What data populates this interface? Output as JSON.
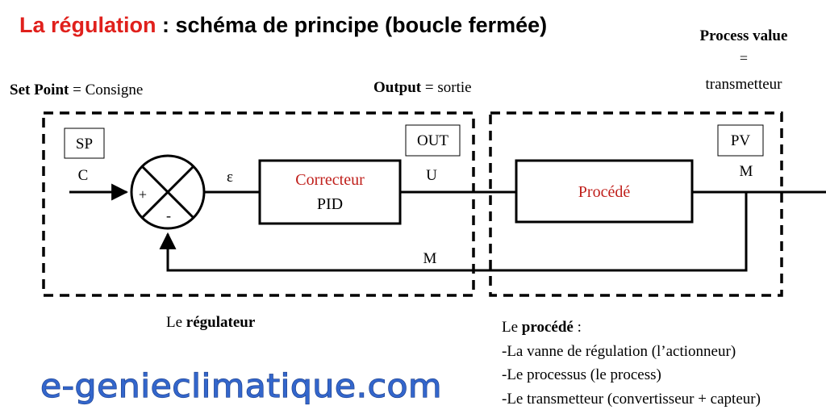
{
  "header": {
    "title_red": "La régulation",
    "title_rest": " : schéma de principe (boucle fermée)"
  },
  "labels": {
    "set_point_bold": "Set Point",
    "set_point_rest": " = Consigne",
    "output_bold": "Output",
    "output_rest": " = sortie",
    "process_value_bold": "Process value",
    "process_value_eq": "=",
    "process_value_rest": "transmetteur"
  },
  "diagram": {
    "sp_box": "SP",
    "out_box": "OUT",
    "pv_box": "PV",
    "signal_c": "C",
    "signal_epsilon": "ε",
    "signal_u": "U",
    "signal_m_top": "M",
    "signal_m_feedback": "M",
    "sum_plus": "+",
    "sum_minus": "-",
    "corrector_line1": "Correcteur",
    "corrector_line2": "PID",
    "process_block": "Procédé"
  },
  "captions": {
    "regulator_pre": "Le ",
    "regulator_bold": "régulateur",
    "process_pre": "Le ",
    "process_bold": "procédé",
    "process_post": " :",
    "process_items": [
      "-La vanne de régulation (l’actionneur)",
      "-Le processus (le process)",
      "-Le transmetteur (convertisseur + capteur)"
    ]
  },
  "brand": {
    "text": "e-genieclimatique.com"
  },
  "colors": {
    "title_red": "#e0201c",
    "block_text_red": "#c0201c",
    "brand_blue": "#3366cc",
    "line": "#000000"
  }
}
